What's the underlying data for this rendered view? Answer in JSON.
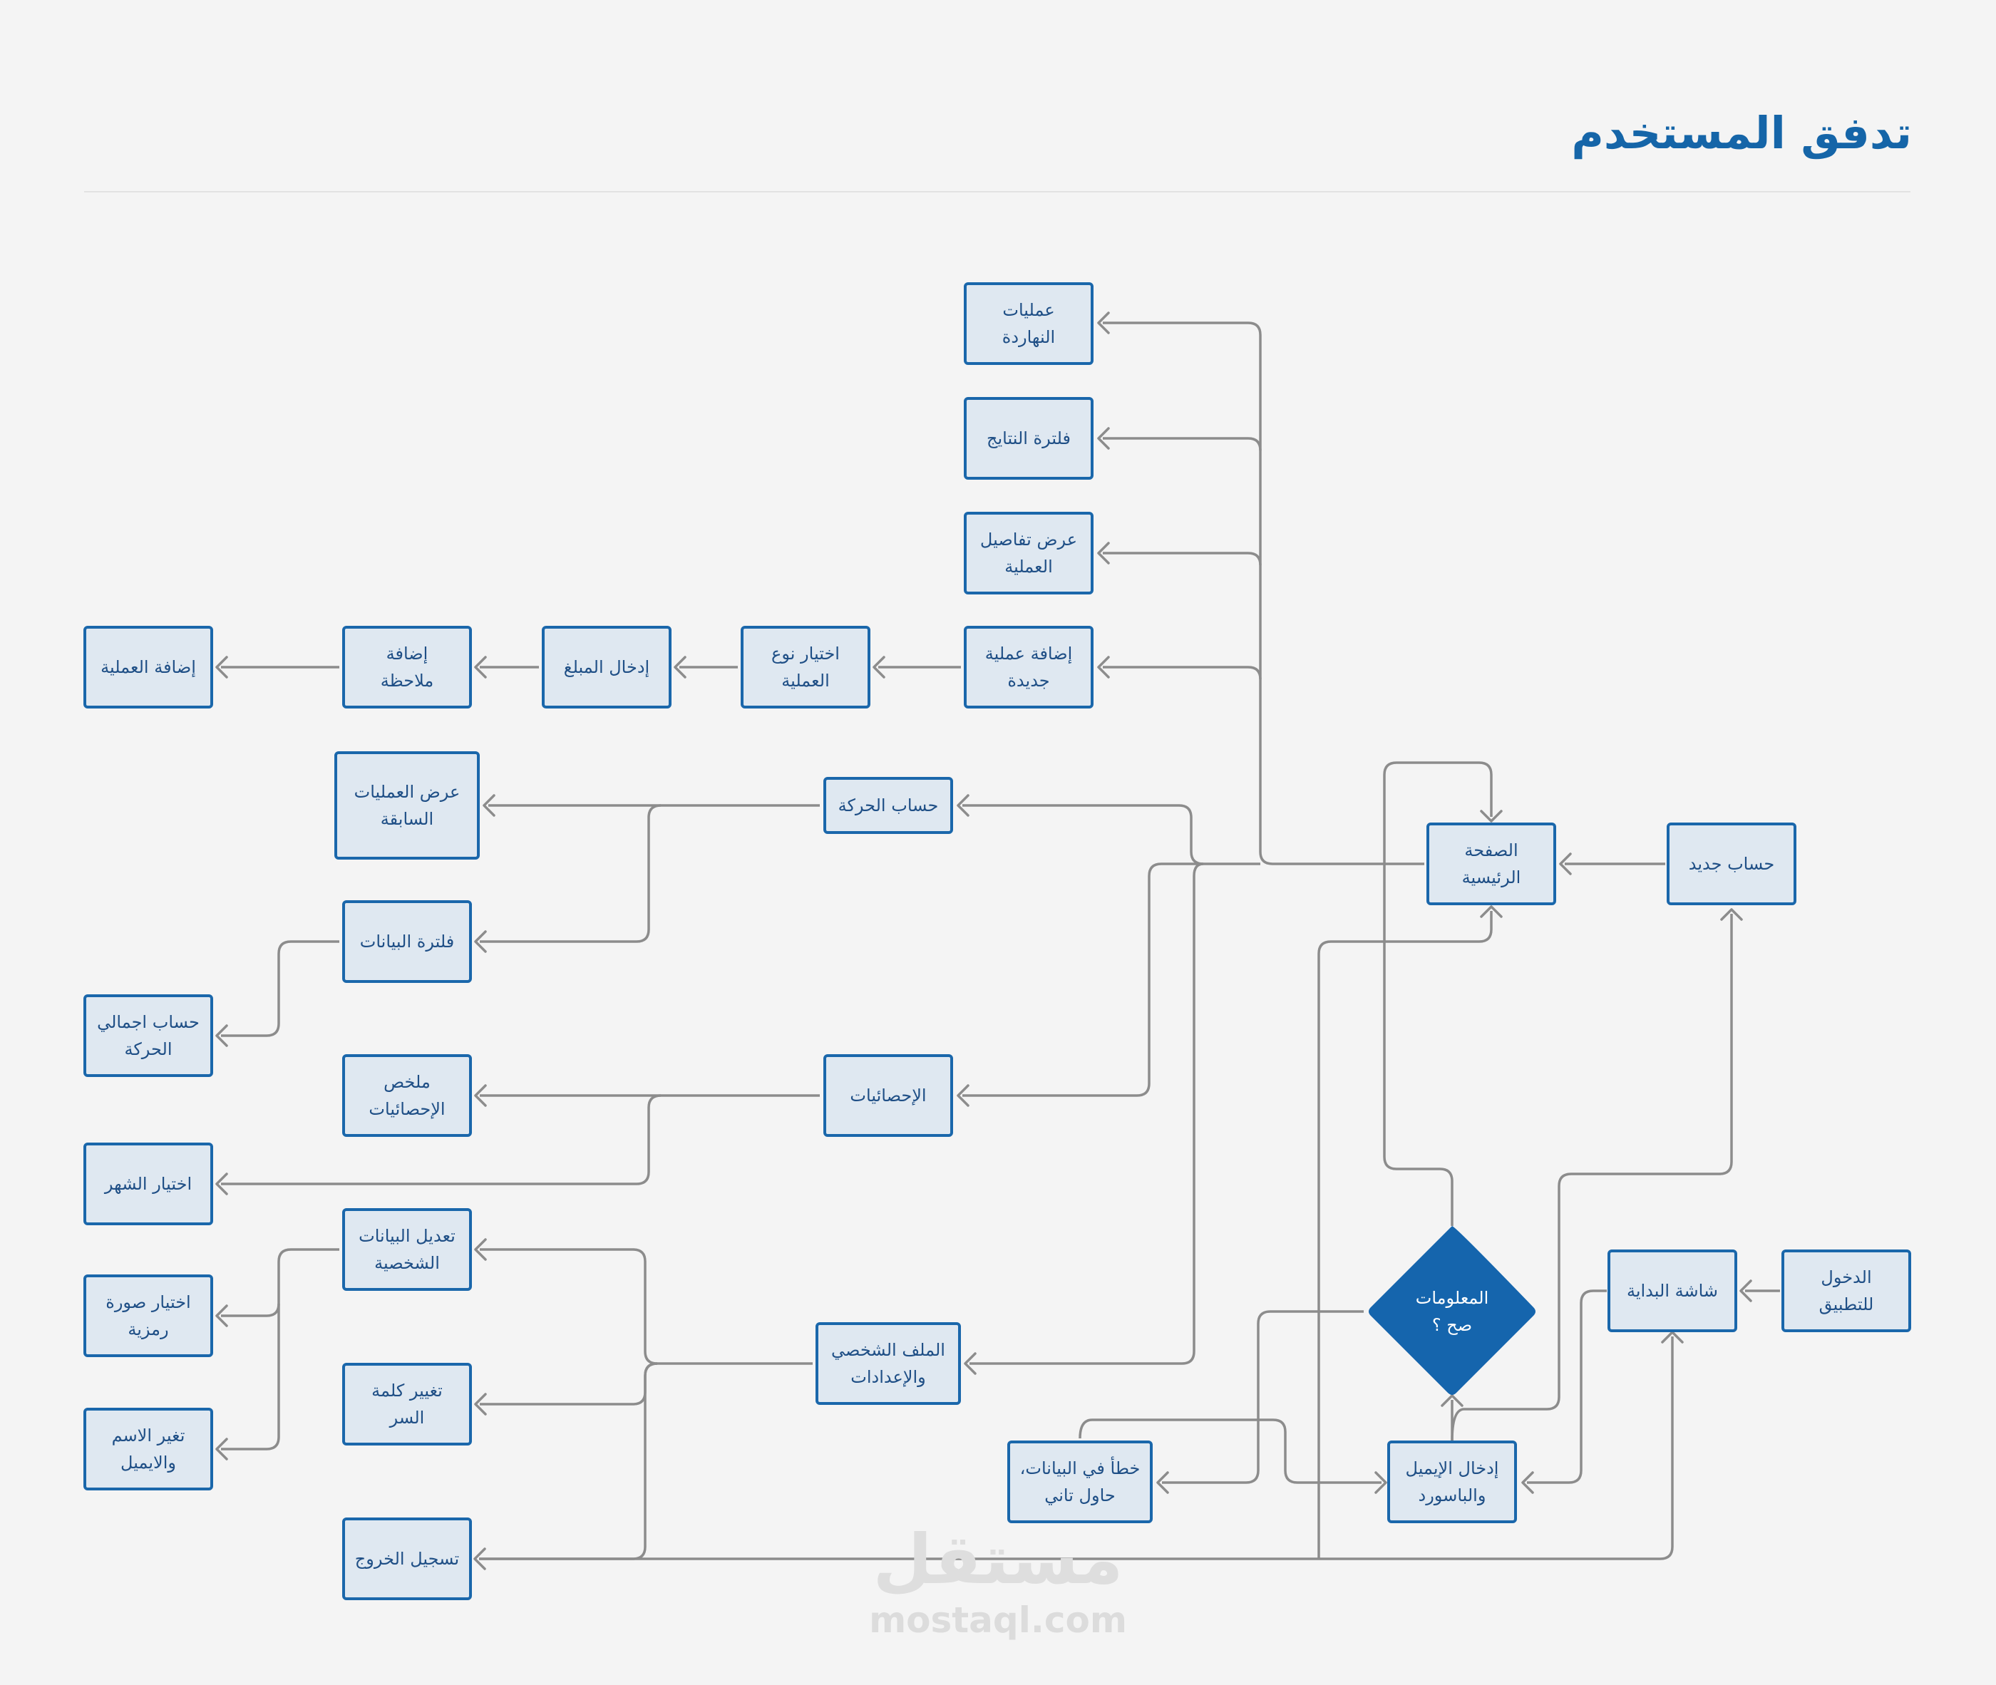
{
  "title": "تدفق المستخدم",
  "colors": {
    "title": "#1565a8",
    "node_fill": "#dfe8f1",
    "node_border": "#1a67ab",
    "node_text": "#1f4f86",
    "decision_fill": "#1565ad",
    "connector": "#8c8c8c",
    "background": "#f4f4f4"
  },
  "nodes": [
    {
      "id": "app-entry",
      "lines": [
        "الدخول",
        "للتطبيق"
      ]
    },
    {
      "id": "splash-screen",
      "lines": [
        "شاشة البداية"
      ]
    },
    {
      "id": "new-account",
      "lines": [
        "حساب جديد"
      ]
    },
    {
      "id": "home-page",
      "lines": [
        "الصفحة",
        "الرئيسية"
      ]
    },
    {
      "id": "enter-credentials",
      "lines": [
        "إدخال الإيميل",
        "والباسورد"
      ]
    },
    {
      "id": "credentials-valid",
      "type": "decision",
      "lines": [
        "المعلومات",
        "صح ؟"
      ]
    },
    {
      "id": "data-error",
      "lines": [
        "خطأ في البيانات،",
        "حاول تاني"
      ]
    },
    {
      "id": "today-ops",
      "lines": [
        "عمليات",
        "النهاردة"
      ]
    },
    {
      "id": "filter-results",
      "lines": [
        "فلترة النتايج"
      ]
    },
    {
      "id": "op-details",
      "lines": [
        "عرض تفاصيل",
        "العملية"
      ]
    },
    {
      "id": "new-op",
      "lines": [
        "إضافة عملية",
        "جديدة"
      ]
    },
    {
      "id": "op-type",
      "lines": [
        "اختيار نوع",
        "العملية"
      ]
    },
    {
      "id": "enter-amount",
      "lines": [
        "إدخال المبلغ"
      ]
    },
    {
      "id": "add-note",
      "lines": [
        "إضافة",
        "ملاحظة"
      ]
    },
    {
      "id": "add-op",
      "lines": [
        "إضافة العملية"
      ]
    },
    {
      "id": "account-activity",
      "lines": [
        "حساب الحركة"
      ]
    },
    {
      "id": "prev-ops",
      "lines": [
        "عرض العمليات",
        "السابقة"
      ]
    },
    {
      "id": "filter-data",
      "lines": [
        "فلترة البيانات"
      ]
    },
    {
      "id": "total-activity",
      "lines": [
        "حساب اجمالي",
        "الحركة"
      ]
    },
    {
      "id": "statistics",
      "lines": [
        "الإحصائيات"
      ]
    },
    {
      "id": "stats-summary",
      "lines": [
        "ملخص",
        "الإحصائيات"
      ]
    },
    {
      "id": "choose-month",
      "lines": [
        "اختيار الشهر"
      ]
    },
    {
      "id": "profile-settings",
      "lines": [
        "الملف الشخصي",
        "والإعدادات"
      ]
    },
    {
      "id": "edit-profile",
      "lines": [
        "تعديل البيانات",
        "الشخصية"
      ]
    },
    {
      "id": "choose-avatar",
      "lines": [
        "اختيار صورة",
        "رمزية"
      ]
    },
    {
      "id": "change-name-email",
      "lines": [
        "تغير الاسم",
        "والايميل"
      ]
    },
    {
      "id": "change-password",
      "lines": [
        "تغيير كلمة",
        "السر"
      ]
    },
    {
      "id": "logout",
      "lines": [
        "تسجيل الخروج"
      ]
    }
  ],
  "watermark": {
    "logo": "مستقل",
    "url": "mostaql.com"
  }
}
